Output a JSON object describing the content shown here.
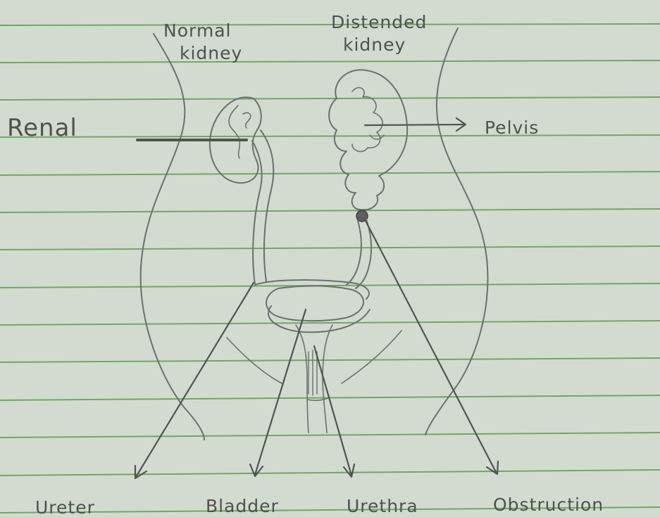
{
  "diagram": {
    "colors": {
      "paper": "#d3dbd1",
      "rule_line": "#5fa04a",
      "pencil": "#6b706b",
      "pencil_dark": "#4f544f"
    },
    "labels": {
      "normal_kidney_line1": "Normal",
      "normal_kidney_line2": "kidney",
      "distended_kidney_line1": "Distended",
      "distended_kidney_line2": "kidney",
      "renal": "Renal",
      "pelvis": "Pelvis",
      "ureter": "Ureter",
      "bladder": "Bladder",
      "urethra": "Urethra",
      "obstruction": "Obstruction"
    }
  }
}
